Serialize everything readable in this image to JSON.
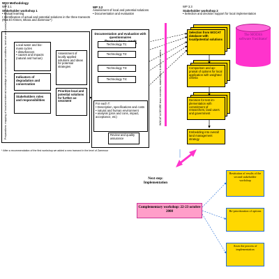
{
  "header": {
    "methodology": "WS3 Methodology",
    "wp31": {
      "id": "WP 3.1",
      "title": "Stakeholder workshop 1",
      "bullets": [
        "• Mutual learning",
        "• Identification of actual and potential solutions in the three transects (Ras El Ahmen, Bhara and Zammour*)"
      ]
    },
    "wp32": {
      "id": "WP 3.2",
      "title": "Assessment of local and potential solutions",
      "bullets": [
        "• Documentation and evaluation"
      ]
    },
    "wp33": {
      "id": "WP 3.3",
      "title": "Stakeholder workshop 2",
      "bullets": [
        "• Selection and decision support for local implementation"
      ]
    }
  },
  "left": {
    "vertical_text": "Preparations: mapping of local and external knowledge on environmental conditions, land use and (socio)economic drivers",
    "local_water": "Local water and bio-mass cycles\n• disturbances\n• causes and impacts\n(natural and human)",
    "indicators": "Indicators of degradation and conservation",
    "stakeholders": "Stakeholders roles and responsibilities",
    "assessment": "Assessment of locally applied solutions and ideas for potential strategies",
    "prioritize": "Prioritize local and potential solutions for further as-sessment"
  },
  "middle": {
    "preparatory_work": "Preparatory work",
    "doc_eval": "Documentation and evaluation with questionnaires",
    "technologies": [
      "Technology T1:",
      "Technology T2:",
      "Technology T3:",
      "Technology T4:"
    ],
    "for_each": "For each T:\n• Description, specifications and costs\n• natural and human environment\n• analysis (pros and cons, impact, acceptance, etc)",
    "review": "Review and quality assurance"
  },
  "right": {
    "wocat": "Selection from WOCAT database with local/potential solutions",
    "comparison": "Comparison and ap-praisal of options for local application with weighted criteria",
    "decision": "Decision for test im-plementation with commitment of researchers, land users and government",
    "embedding": "Embedding into overall land management strategy",
    "modss_title": "The MODSS software 'Facilitator'",
    "vertical_wp33": "WOCAT & DESIRE team members, stakeholders & decision makers"
  },
  "footnote": "* After a recommendation of the first workshop we added a new transect in the level of Zammour",
  "bottom": {
    "next_step": "Next step: Implementation",
    "complementary": "Complementary workshop: 22-23 octobre 2008",
    "restitution": "Restitution of results of the second stakeholder workshop",
    "reprioritization": "Re-prioritization of options",
    "assess": "Asses the process of implementation"
  },
  "colors": {
    "yellow": "#ffd800",
    "magenta": "#ff33cc",
    "pink": "#ff9ec9",
    "purple_text": "#8a1a8a",
    "blue_border": "#1e6ad6"
  }
}
